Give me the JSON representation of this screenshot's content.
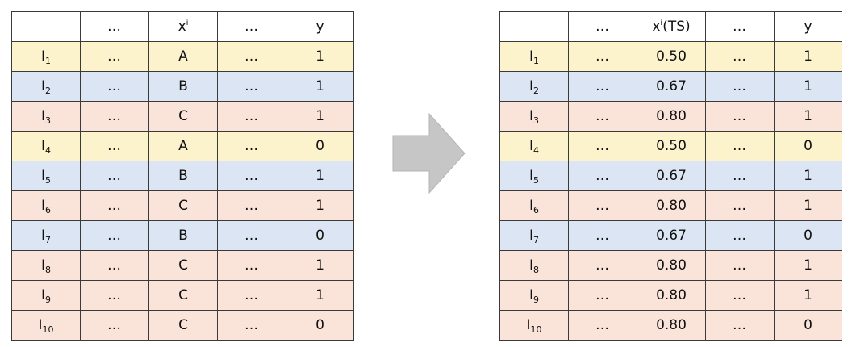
{
  "colors": {
    "A": "#fcf3cd",
    "B": "#dce5f3",
    "C": "#fae3d8",
    "arrow_fill": "#c6c6c6",
    "arrow_stroke": "#b4b4b4"
  },
  "left_table": {
    "headers": [
      "",
      "…",
      "x",
      "i",
      "…",
      "y"
    ],
    "rows": [
      {
        "idx": "I",
        "sub": "1",
        "dots1": "…",
        "val": "A",
        "dots2": "…",
        "y": "1",
        "cat": "A"
      },
      {
        "idx": "I",
        "sub": "2",
        "dots1": "…",
        "val": "B",
        "dots2": "…",
        "y": "1",
        "cat": "B"
      },
      {
        "idx": "I",
        "sub": "3",
        "dots1": "…",
        "val": "C",
        "dots2": "…",
        "y": "1",
        "cat": "C"
      },
      {
        "idx": "I",
        "sub": "4",
        "dots1": "…",
        "val": "A",
        "dots2": "…",
        "y": "0",
        "cat": "A"
      },
      {
        "idx": "I",
        "sub": "5",
        "dots1": "…",
        "val": "B",
        "dots2": "…",
        "y": "1",
        "cat": "B"
      },
      {
        "idx": "I",
        "sub": "6",
        "dots1": "…",
        "val": "C",
        "dots2": "…",
        "y": "1",
        "cat": "C"
      },
      {
        "idx": "I",
        "sub": "7",
        "dots1": "…",
        "val": "B",
        "dots2": "…",
        "y": "0",
        "cat": "B"
      },
      {
        "idx": "I",
        "sub": "8",
        "dots1": "…",
        "val": "C",
        "dots2": "…",
        "y": "1",
        "cat": "C"
      },
      {
        "idx": "I",
        "sub": "9",
        "dots1": "…",
        "val": "C",
        "dots2": "…",
        "y": "1",
        "cat": "C"
      },
      {
        "idx": "I",
        "sub": "10",
        "dots1": "…",
        "val": "C",
        "dots2": "…",
        "y": "0",
        "cat": "C"
      }
    ]
  },
  "right_table": {
    "headers": [
      "",
      "…",
      "x",
      "i",
      "(TS)",
      "…",
      "y"
    ],
    "rows": [
      {
        "idx": "I",
        "sub": "1",
        "dots1": "…",
        "val": "0.50",
        "dots2": "…",
        "y": "1",
        "cat": "A"
      },
      {
        "idx": "I",
        "sub": "2",
        "dots1": "…",
        "val": "0.67",
        "dots2": "…",
        "y": "1",
        "cat": "B"
      },
      {
        "idx": "I",
        "sub": "3",
        "dots1": "…",
        "val": "0.80",
        "dots2": "…",
        "y": "1",
        "cat": "C"
      },
      {
        "idx": "I",
        "sub": "4",
        "dots1": "…",
        "val": "0.50",
        "dots2": "…",
        "y": "0",
        "cat": "A"
      },
      {
        "idx": "I",
        "sub": "5",
        "dots1": "…",
        "val": "0.67",
        "dots2": "…",
        "y": "1",
        "cat": "B"
      },
      {
        "idx": "I",
        "sub": "6",
        "dots1": "…",
        "val": "0.80",
        "dots2": "…",
        "y": "1",
        "cat": "C"
      },
      {
        "idx": "I",
        "sub": "7",
        "dots1": "…",
        "val": "0.67",
        "dots2": "…",
        "y": "0",
        "cat": "B"
      },
      {
        "idx": "I",
        "sub": "8",
        "dots1": "…",
        "val": "0.80",
        "dots2": "…",
        "y": "1",
        "cat": "C"
      },
      {
        "idx": "I",
        "sub": "9",
        "dots1": "…",
        "val": "0.80",
        "dots2": "…",
        "y": "1",
        "cat": "C"
      },
      {
        "idx": "I",
        "sub": "10",
        "dots1": "…",
        "val": "0.80",
        "dots2": "…",
        "y": "0",
        "cat": "C"
      }
    ]
  }
}
